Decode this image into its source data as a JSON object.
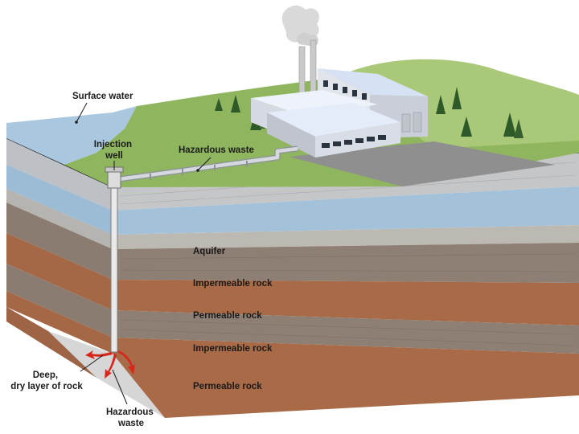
{
  "labels": {
    "surface_water": "Surface water",
    "injection_well": [
      "Injection",
      "well"
    ],
    "hazardous_waste_pipe": "Hazardous waste",
    "aquifer": "Aquifer",
    "impermeable_rock_1": "Impermeable rock",
    "permeable_rock_1": "Permeable rock",
    "impermeable_rock_2": "Impermeable rock",
    "permeable_rock_2": "Permeable rock",
    "deep_dry_layer": [
      "Deep,",
      "dry layer of rock"
    ],
    "hazardous_waste_bottom": [
      "Hazardous",
      "waste"
    ]
  },
  "colors": {
    "background": "#ffffff",
    "water": "#a9c7de",
    "grass": "#8fb55e",
    "hill": "#a9c878",
    "soil_edge": "#6b3f22",
    "aquifer_band": "#9fbfd8",
    "gravel_band": "#c4c6c8",
    "impermeable_band": "#8e7f74",
    "permeable_band": "#a86a47",
    "dry_layer": "#d4d4d4",
    "waste_arrows": "#d8261c",
    "building_roof": "#e3ecf8",
    "building_wall": "#d9dde6",
    "pipe": "#c9cdd2",
    "parking": "#8f8f8f"
  }
}
